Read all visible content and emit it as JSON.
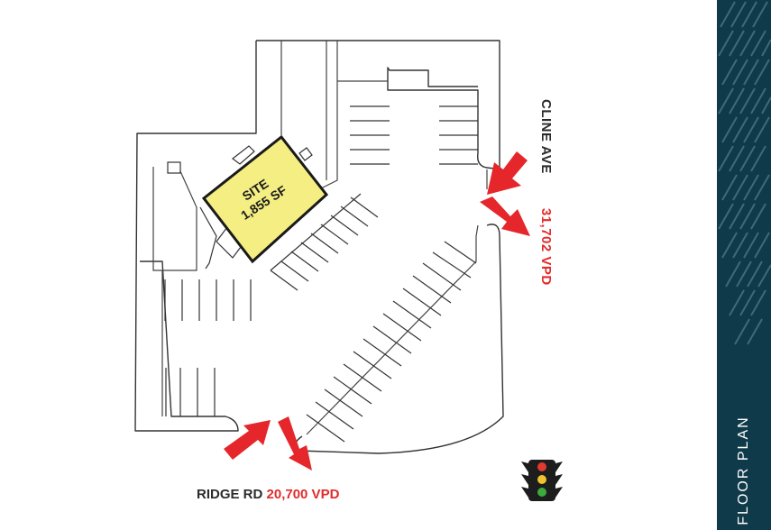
{
  "site": {
    "label": "SITE",
    "area": "1,855 SF",
    "highlight_color": "#f4ee83"
  },
  "streets": {
    "cline": {
      "name": "CLINE AVE",
      "traffic": "31,702 VPD"
    },
    "ridge": {
      "name": "RIDGE RD",
      "traffic": "20,700 VPD"
    }
  },
  "sidebar": {
    "title": "FLOOR PLAN",
    "background": "#0f3a4a"
  },
  "icons": {
    "traffic_light": "traffic-light-icon",
    "access_arrows": "arrow-icon"
  },
  "colors": {
    "arrow": "#e5262b",
    "traffic_text": "#e32b2b",
    "outline": "#333333"
  }
}
